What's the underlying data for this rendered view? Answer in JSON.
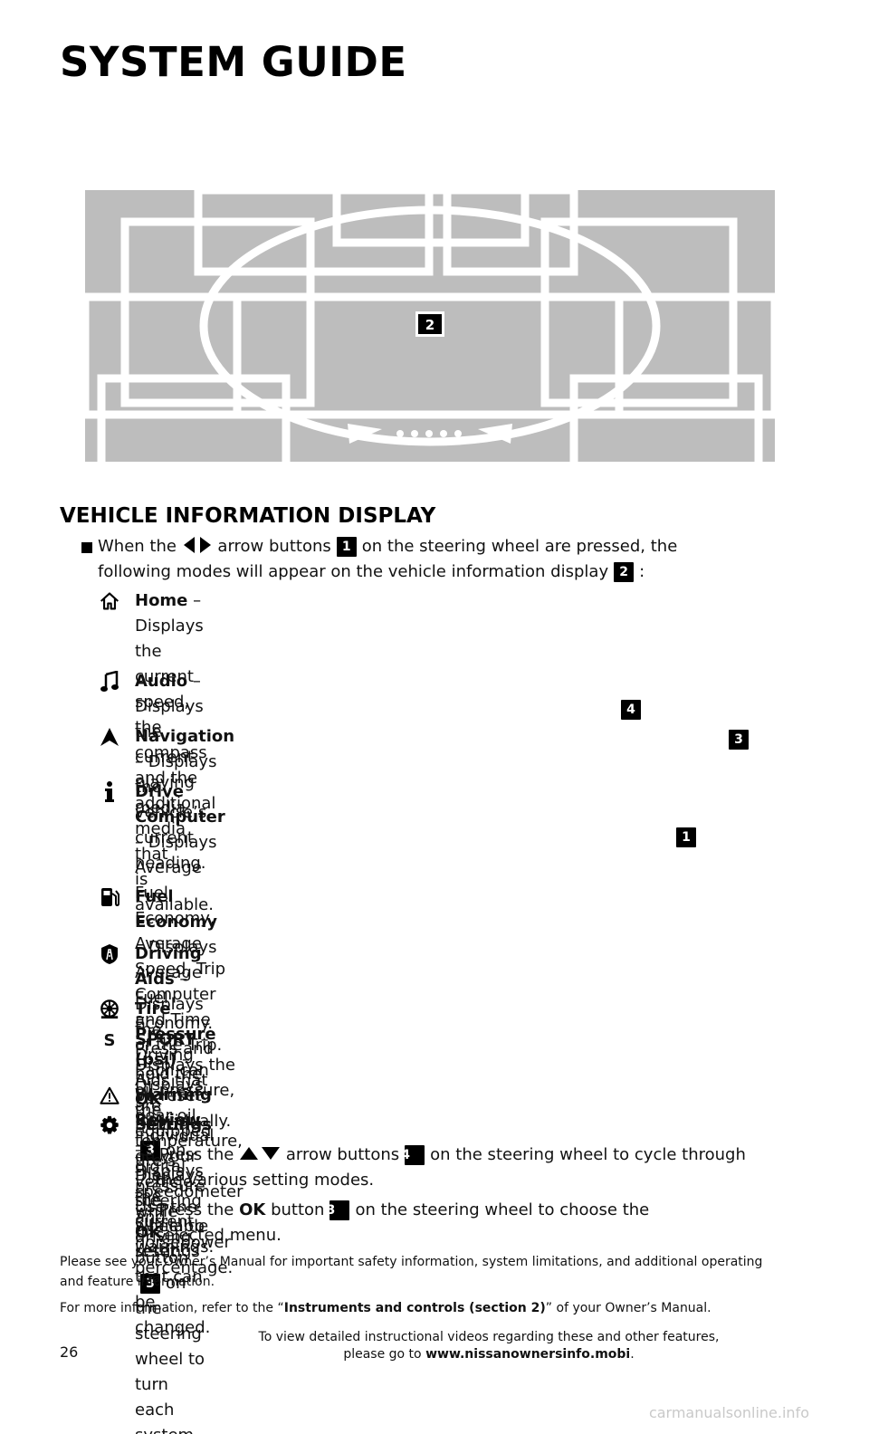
{
  "header": {
    "title": "SYSTEM GUIDE"
  },
  "diagram": {
    "display_callout": "2"
  },
  "section": {
    "heading": "VEHICLE INFORMATION DISPLAY",
    "intro_part1": "When the",
    "intro_part2": "arrow buttons",
    "intro_callout_1": "1",
    "intro_part3": "on the steering wheel are pressed, the",
    "intro_part4": "following modes will appear on the vehicle information display",
    "intro_callout_2": "2",
    "intro_part5": ":"
  },
  "modes": [
    {
      "icon": "home-icon",
      "name": "Home",
      "lines": [
        " – Displays the current speed, the",
        "compass and the additional media that",
        "is available."
      ]
    },
    {
      "icon": "music-note-icon",
      "name": "Audio",
      "lines": [
        " – Displays the current",
        "playing media."
      ]
    },
    {
      "icon": "navigation-arrow-icon",
      "name": "Navigation",
      "lines": [
        " – Displays the vehicle’s",
        "current heading."
      ]
    },
    {
      "icon": "info-icon",
      "name": "Drive Computer",
      "lines": [
        " – Displays Average",
        "Fuel Economy, Average Speed, Trip",
        "Computer and Time of the Trip. Each can",
        "be reset individually."
      ]
    },
    {
      "icon": "fuel-pump-icon",
      "name": "Fuel Economy",
      "line1": " – Displays Average Fuel",
      "line2a": "Economy. Press and hold the",
      "ok": "OK",
      "line2b": "button",
      "callout": "3",
      "line2c": "on the steering wheel to reset."
    },
    {
      "icon": "driving-aids-icon",
      "name": "Driving Aids",
      "line1": " – Displays the Driving Aids that are equipped on your vehicle.",
      "line2a": "Use the",
      "ok": "OK",
      "line2b": "button",
      "callout": "3",
      "line2c": "on the steering wheel to turn each system on or off."
    },
    {
      "icon": "tire-icon",
      "name": "Tire Pressure (psi)",
      "lines": [
        " – Displays the individual tire’s pressure while driving."
      ]
    },
    {
      "icon": "sport-letter-icon",
      "icon_label": "S",
      "name": "SPORT",
      "lines": [
        " – Displays the oil pressure, gear oil temperature, digital speedometer",
        "and horsepower percentage."
      ]
    },
    {
      "icon": "warning-triangle-icon",
      "name": "Warning Review",
      "lines": [
        " – Displays the current warnings."
      ]
    },
    {
      "icon": "gear-icon",
      "name": "Settings",
      "lines": [
        " – Displays the available settings that can be changed."
      ]
    }
  ],
  "settings_sub": [
    {
      "a": "— Press the",
      "b": "arrow buttons",
      "callout": "4",
      "c": "on the steering wheel to cycle through",
      "d": "the various setting modes."
    },
    {
      "a": "— Press the",
      "ok": "OK",
      "b": "button",
      "callout": "3",
      "c": "on the steering wheel to choose the",
      "d": "selected menu."
    }
  ],
  "floating_callouts": {
    "four": "4",
    "three": "3",
    "one": "1"
  },
  "footer": {
    "disclaimer": "Please see your Owner’s Manual for important safety information, system limitations, and additional operating and feature information.",
    "more_info_a": "For more information, refer to the “",
    "more_info_b": "Instruments and controls (section 2)",
    "more_info_c": "” of your Owner’s Manual.",
    "page_number": "26",
    "video_note_a": "To view detailed instructional videos regarding these and other features,",
    "video_note_b": "please go to",
    "video_url": "www.nissanownersinfo.mobi",
    "video_note_c": ".",
    "watermark": "carmanualsonline.info"
  },
  "colors": {
    "diagram_gray": "#bdbdbd",
    "callout_black": "#000000"
  }
}
